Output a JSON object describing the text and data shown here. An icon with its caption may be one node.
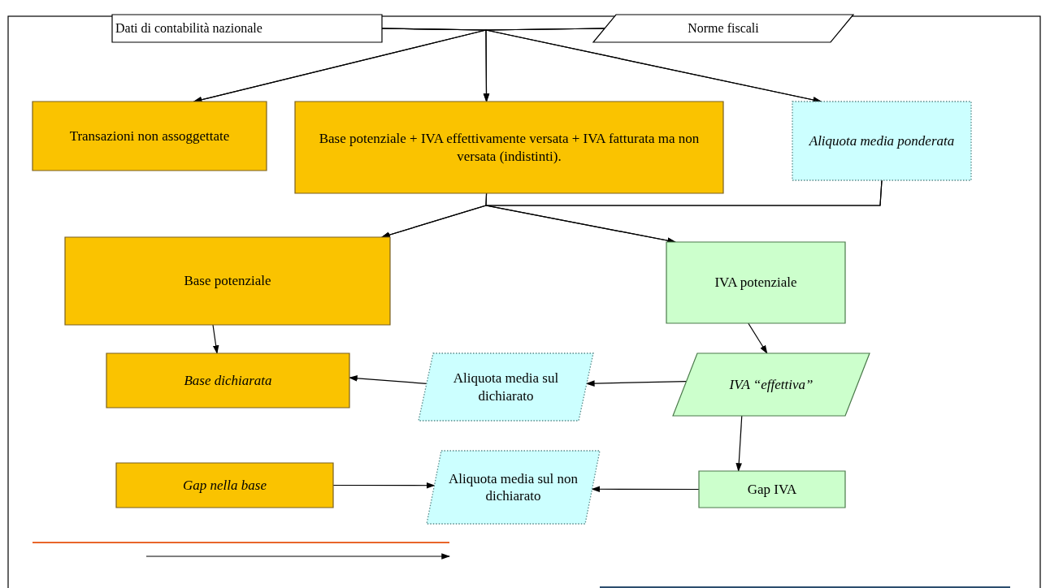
{
  "diagram": {
    "nodes": [
      {
        "text": [
          "Dati di contabilità nazionale"
        ]
      },
      {
        "text": [
          "Norme fiscali"
        ]
      },
      {
        "text": [
          "Transazioni non assoggettate"
        ]
      },
      {
        "text": [
          "Base potenziale + IVA effettivamente versata + IVA fatturata ma non versata (indistinti)."
        ]
      },
      {
        "text": [
          "Aliquota media ponderata"
        ]
      },
      {
        "text": [
          "Base potenziale"
        ]
      },
      {
        "text": [
          "IVA potenziale"
        ]
      },
      {
        "text": [
          "Base dichiarata"
        ]
      },
      {
        "text": [
          "Aliquota media sul dichiarato"
        ]
      },
      {
        "text": [
          "IVA “effettiva”"
        ]
      },
      {
        "text": [
          "Gap nella base"
        ]
      },
      {
        "text": [
          "Aliquota media sul non dichiarato"
        ]
      },
      {
        "text": [
          "Gap IVA"
        ]
      }
    ],
    "edges": [
      {
        "from": 0,
        "to": 2,
        "arrow": "to"
      },
      {
        "from": 0,
        "to": 3,
        "arrow": "to"
      },
      {
        "from": 0,
        "to": 4,
        "arrow": "to"
      },
      {
        "from": 1,
        "to": 2,
        "arrow": "to"
      },
      {
        "from": 1,
        "to": 3,
        "arrow": "to"
      },
      {
        "from": 1,
        "to": 4,
        "arrow": "to"
      },
      {
        "from": 3,
        "to": 5,
        "arrow": "to"
      },
      {
        "from": 3,
        "to": 6,
        "arrow": "to"
      },
      {
        "from": 4,
        "to": 5,
        "arrow": "to"
      },
      {
        "from": 4,
        "to": 6,
        "arrow": "to"
      },
      {
        "from": 5,
        "to": 7,
        "arrow": "to"
      },
      {
        "from": 6,
        "to": 9,
        "arrow": "to"
      },
      {
        "from": 9,
        "to": 8,
        "arrow": "to"
      },
      {
        "from": 8,
        "to": 7,
        "arrow": "to"
      },
      {
        "from": 9,
        "to": 12,
        "arrow": "to"
      },
      {
        "from": 12,
        "to": 11,
        "arrow": "to"
      },
      {
        "from": 10,
        "to": 11,
        "arrow": "to"
      }
    ]
  }
}
